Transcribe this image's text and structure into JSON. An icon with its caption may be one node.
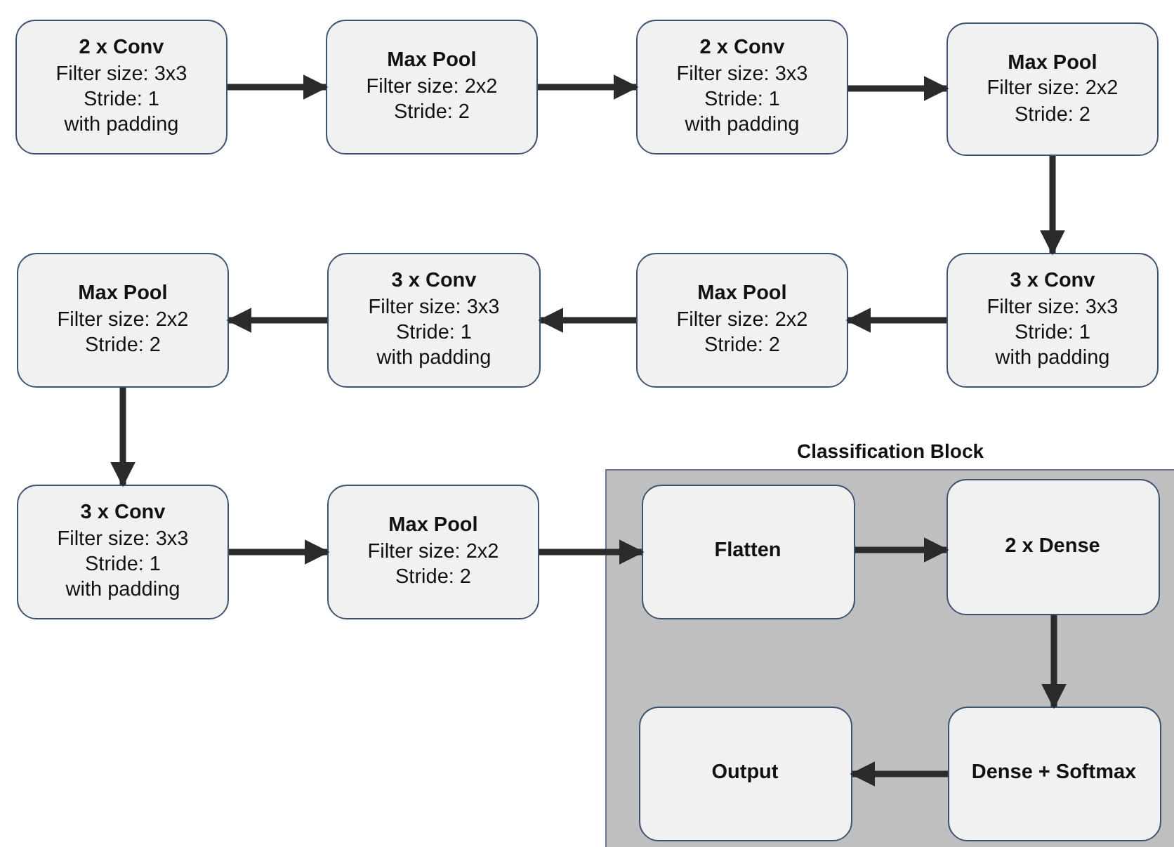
{
  "diagram": {
    "nodes": [
      {
        "text": [
          "2 x Conv",
          "Filter size: 3x3",
          "Stride: 1",
          "with padding"
        ]
      },
      {
        "text": [
          "Max Pool",
          "Filter size: 2x2",
          "Stride: 2"
        ]
      },
      {
        "text": [
          "2 x Conv",
          "Filter size: 3x3",
          "Stride: 1",
          "with padding"
        ]
      },
      {
        "text": [
          "Max Pool",
          "Filter size: 2x2",
          "Stride: 2"
        ]
      },
      {
        "text": [
          "3 x Conv",
          "Filter size: 3x3",
          "Stride: 1",
          "with padding"
        ]
      },
      {
        "text": [
          "Max Pool",
          "Filter size: 2x2",
          "Stride: 2"
        ]
      },
      {
        "text": [
          "3 x Conv",
          "Filter size: 3x3",
          "Stride: 1",
          "with padding"
        ]
      },
      {
        "text": [
          "Max Pool",
          "Filter size: 2x2",
          "Stride: 2"
        ]
      },
      {
        "text": [
          "3 x Conv",
          "Filter size: 3x3",
          "Stride: 1",
          "with padding"
        ]
      },
      {
        "text": [
          "Max Pool",
          "Filter size: 2x2",
          "Stride: 2"
        ]
      },
      {
        "text": [
          "Classification Block"
        ]
      },
      {
        "text": [
          "Flatten"
        ],
        "in": 10
      },
      {
        "text": [
          "2 x Dense"
        ],
        "in": 10
      },
      {
        "text": [
          "Dense + Softmax"
        ],
        "in": 10
      },
      {
        "text": [
          "Output"
        ],
        "in": 10
      }
    ],
    "edges": [
      {
        "from": 0,
        "to": 1,
        "arrow": "to"
      },
      {
        "from": 1,
        "to": 2,
        "arrow": "to"
      },
      {
        "from": 2,
        "to": 3,
        "arrow": "to"
      },
      {
        "from": 3,
        "to": 4,
        "arrow": "to"
      },
      {
        "from": 4,
        "to": 5,
        "arrow": "to"
      },
      {
        "from": 5,
        "to": 6,
        "arrow": "to"
      },
      {
        "from": 6,
        "to": 7,
        "arrow": "to"
      },
      {
        "from": 7,
        "to": 8,
        "arrow": "to"
      },
      {
        "from": 8,
        "to": 9,
        "arrow": "to"
      },
      {
        "from": 9,
        "to": 11,
        "arrow": "to"
      },
      {
        "from": 11,
        "to": 12,
        "arrow": "to"
      },
      {
        "from": 12,
        "to": 13,
        "arrow": "to"
      },
      {
        "from": 13,
        "to": 14,
        "arrow": "to"
      }
    ]
  }
}
